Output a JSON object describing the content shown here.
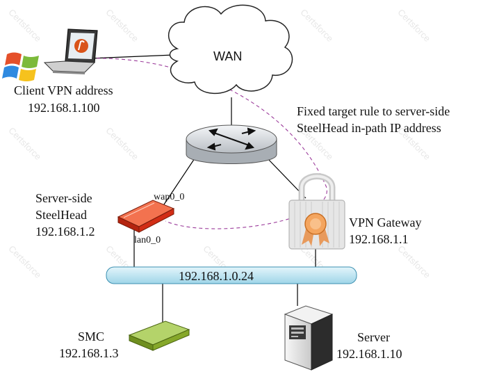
{
  "labels": {
    "wan": "WAN",
    "client_line1": "Client VPN address",
    "client_line2": "192.168.1.100",
    "rule_line1": "Fixed target rule to server-side",
    "rule_line2": "SteelHead in-path IP address",
    "sh_line1": "Server-side",
    "sh_line2": "SteelHead",
    "sh_line3": "192.168.1.2",
    "wan0": "wap0_0",
    "lan0": "lan0_0",
    "vpn_line1": "VPN Gateway",
    "vpn_line2": "192.168.1.1",
    "lan_subnet": "192.168.1.0.24",
    "smc_line1": "SMC",
    "smc_line2": "192.168.1.3",
    "server_line1": "Server",
    "server_line2": "192.168.1.10"
  },
  "watermark": "Certsforce",
  "colors": {
    "lan_bar": "#bfe6f2",
    "steelhead": "#e0371c",
    "smc": "#8bb32a",
    "tunnel": "#9b3a9a",
    "router": "#d4d8dc"
  }
}
